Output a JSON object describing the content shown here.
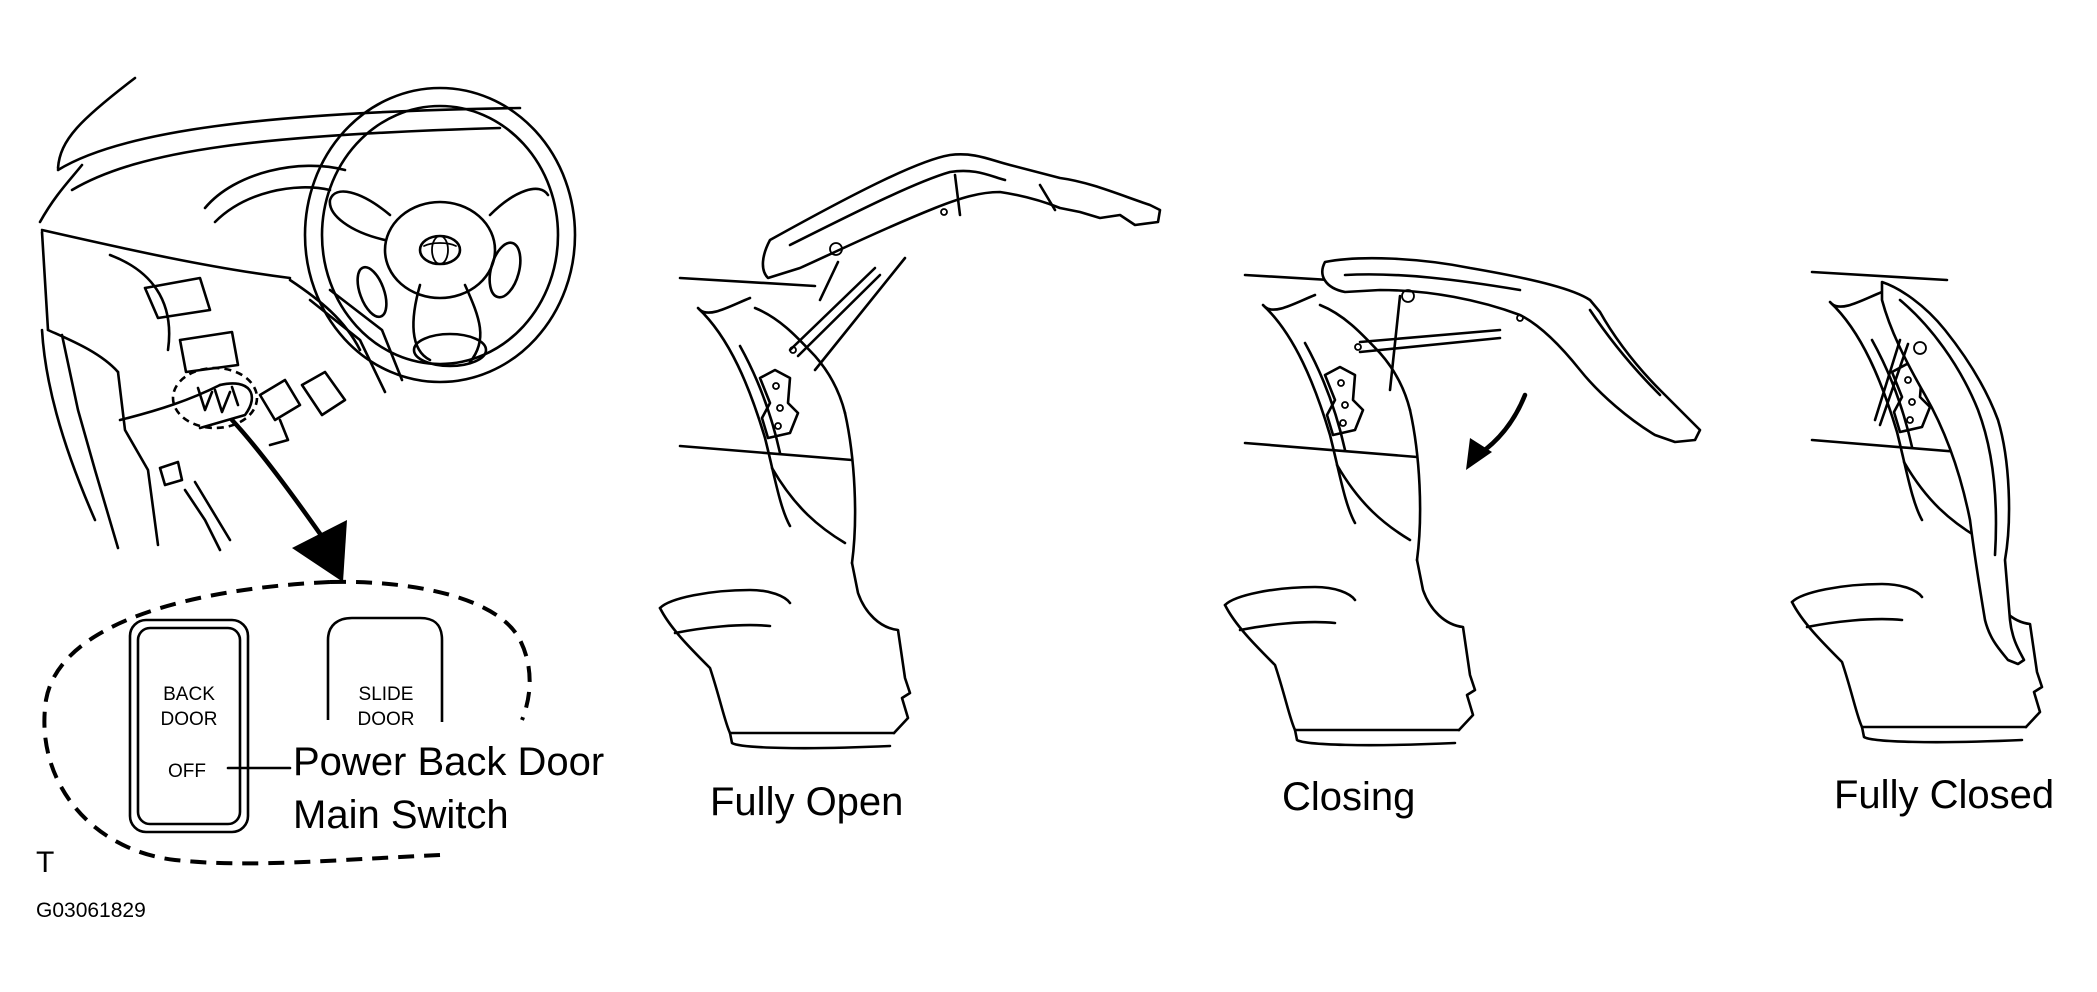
{
  "figure": {
    "code": "G03061829",
    "corner_mark": "T"
  },
  "switch_panel": {
    "back_door_line1": "BACK",
    "back_door_line2": "DOOR",
    "off_label": "OFF",
    "slide_door_line1": "SLIDE",
    "slide_door_line2": "DOOR"
  },
  "callout": {
    "line1": "Power Back Door",
    "line2": "Main Switch"
  },
  "states": [
    {
      "label": "Fully Open"
    },
    {
      "label": "Closing"
    },
    {
      "label": "Fully Closed"
    }
  ],
  "icons": {
    "steering_logo": "toyota-logo-icon",
    "motion_arrow": "curved-arrow-icon"
  }
}
